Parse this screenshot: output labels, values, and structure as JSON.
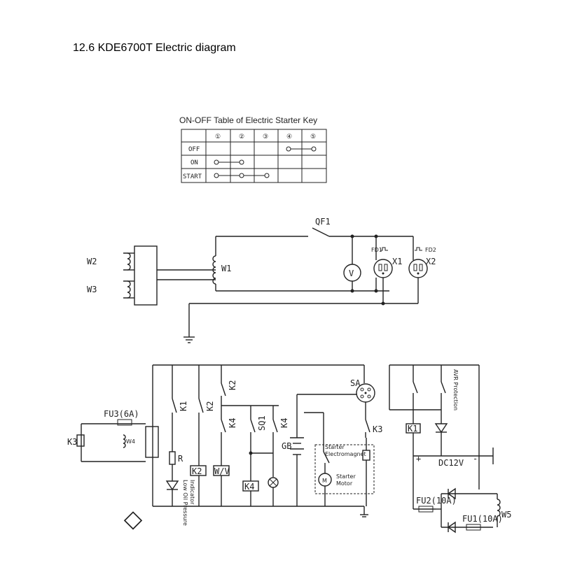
{
  "title": "12.6 KDE6700T Electric diagram",
  "key_table": {
    "title": "ON-OFF Table of Electric Starter Key",
    "columns": [
      "①",
      "②",
      "③",
      "④",
      "⑤"
    ],
    "rows": [
      "OFF",
      "ON",
      "START"
    ]
  },
  "labels": {
    "w1": "W1",
    "w2": "W2",
    "w3": "W3",
    "qf1": "QF1",
    "x1": "X1",
    "x2": "X2",
    "fd1": "FD1",
    "fd2": "FD2",
    "v": "V",
    "k1": "K1",
    "k2": "K2",
    "k3": "K3",
    "k4": "K4",
    "sq1": "SQ1",
    "sa": "SA",
    "r": "R",
    "gb": "GB",
    "wv": "W/V",
    "w4": "W4",
    "w5": "W5",
    "m": "M",
    "fu1": "FU1(10A)",
    "fu2": "FU2(10A)",
    "fu3": "FU3(6A)",
    "dc12v": "DC12V",
    "plus": "+",
    "minus": "-",
    "starter_em_1": "Starter",
    "starter_em_2": "Electromagnet",
    "starter_motor_1": "Starter",
    "starter_motor_2": "Motor",
    "low_oil_1": "Low Oil Pressure",
    "low_oil_2": "Indicator",
    "avr": "AVR Protection"
  },
  "colors": {
    "line": "#222222",
    "background": "#ffffff"
  }
}
